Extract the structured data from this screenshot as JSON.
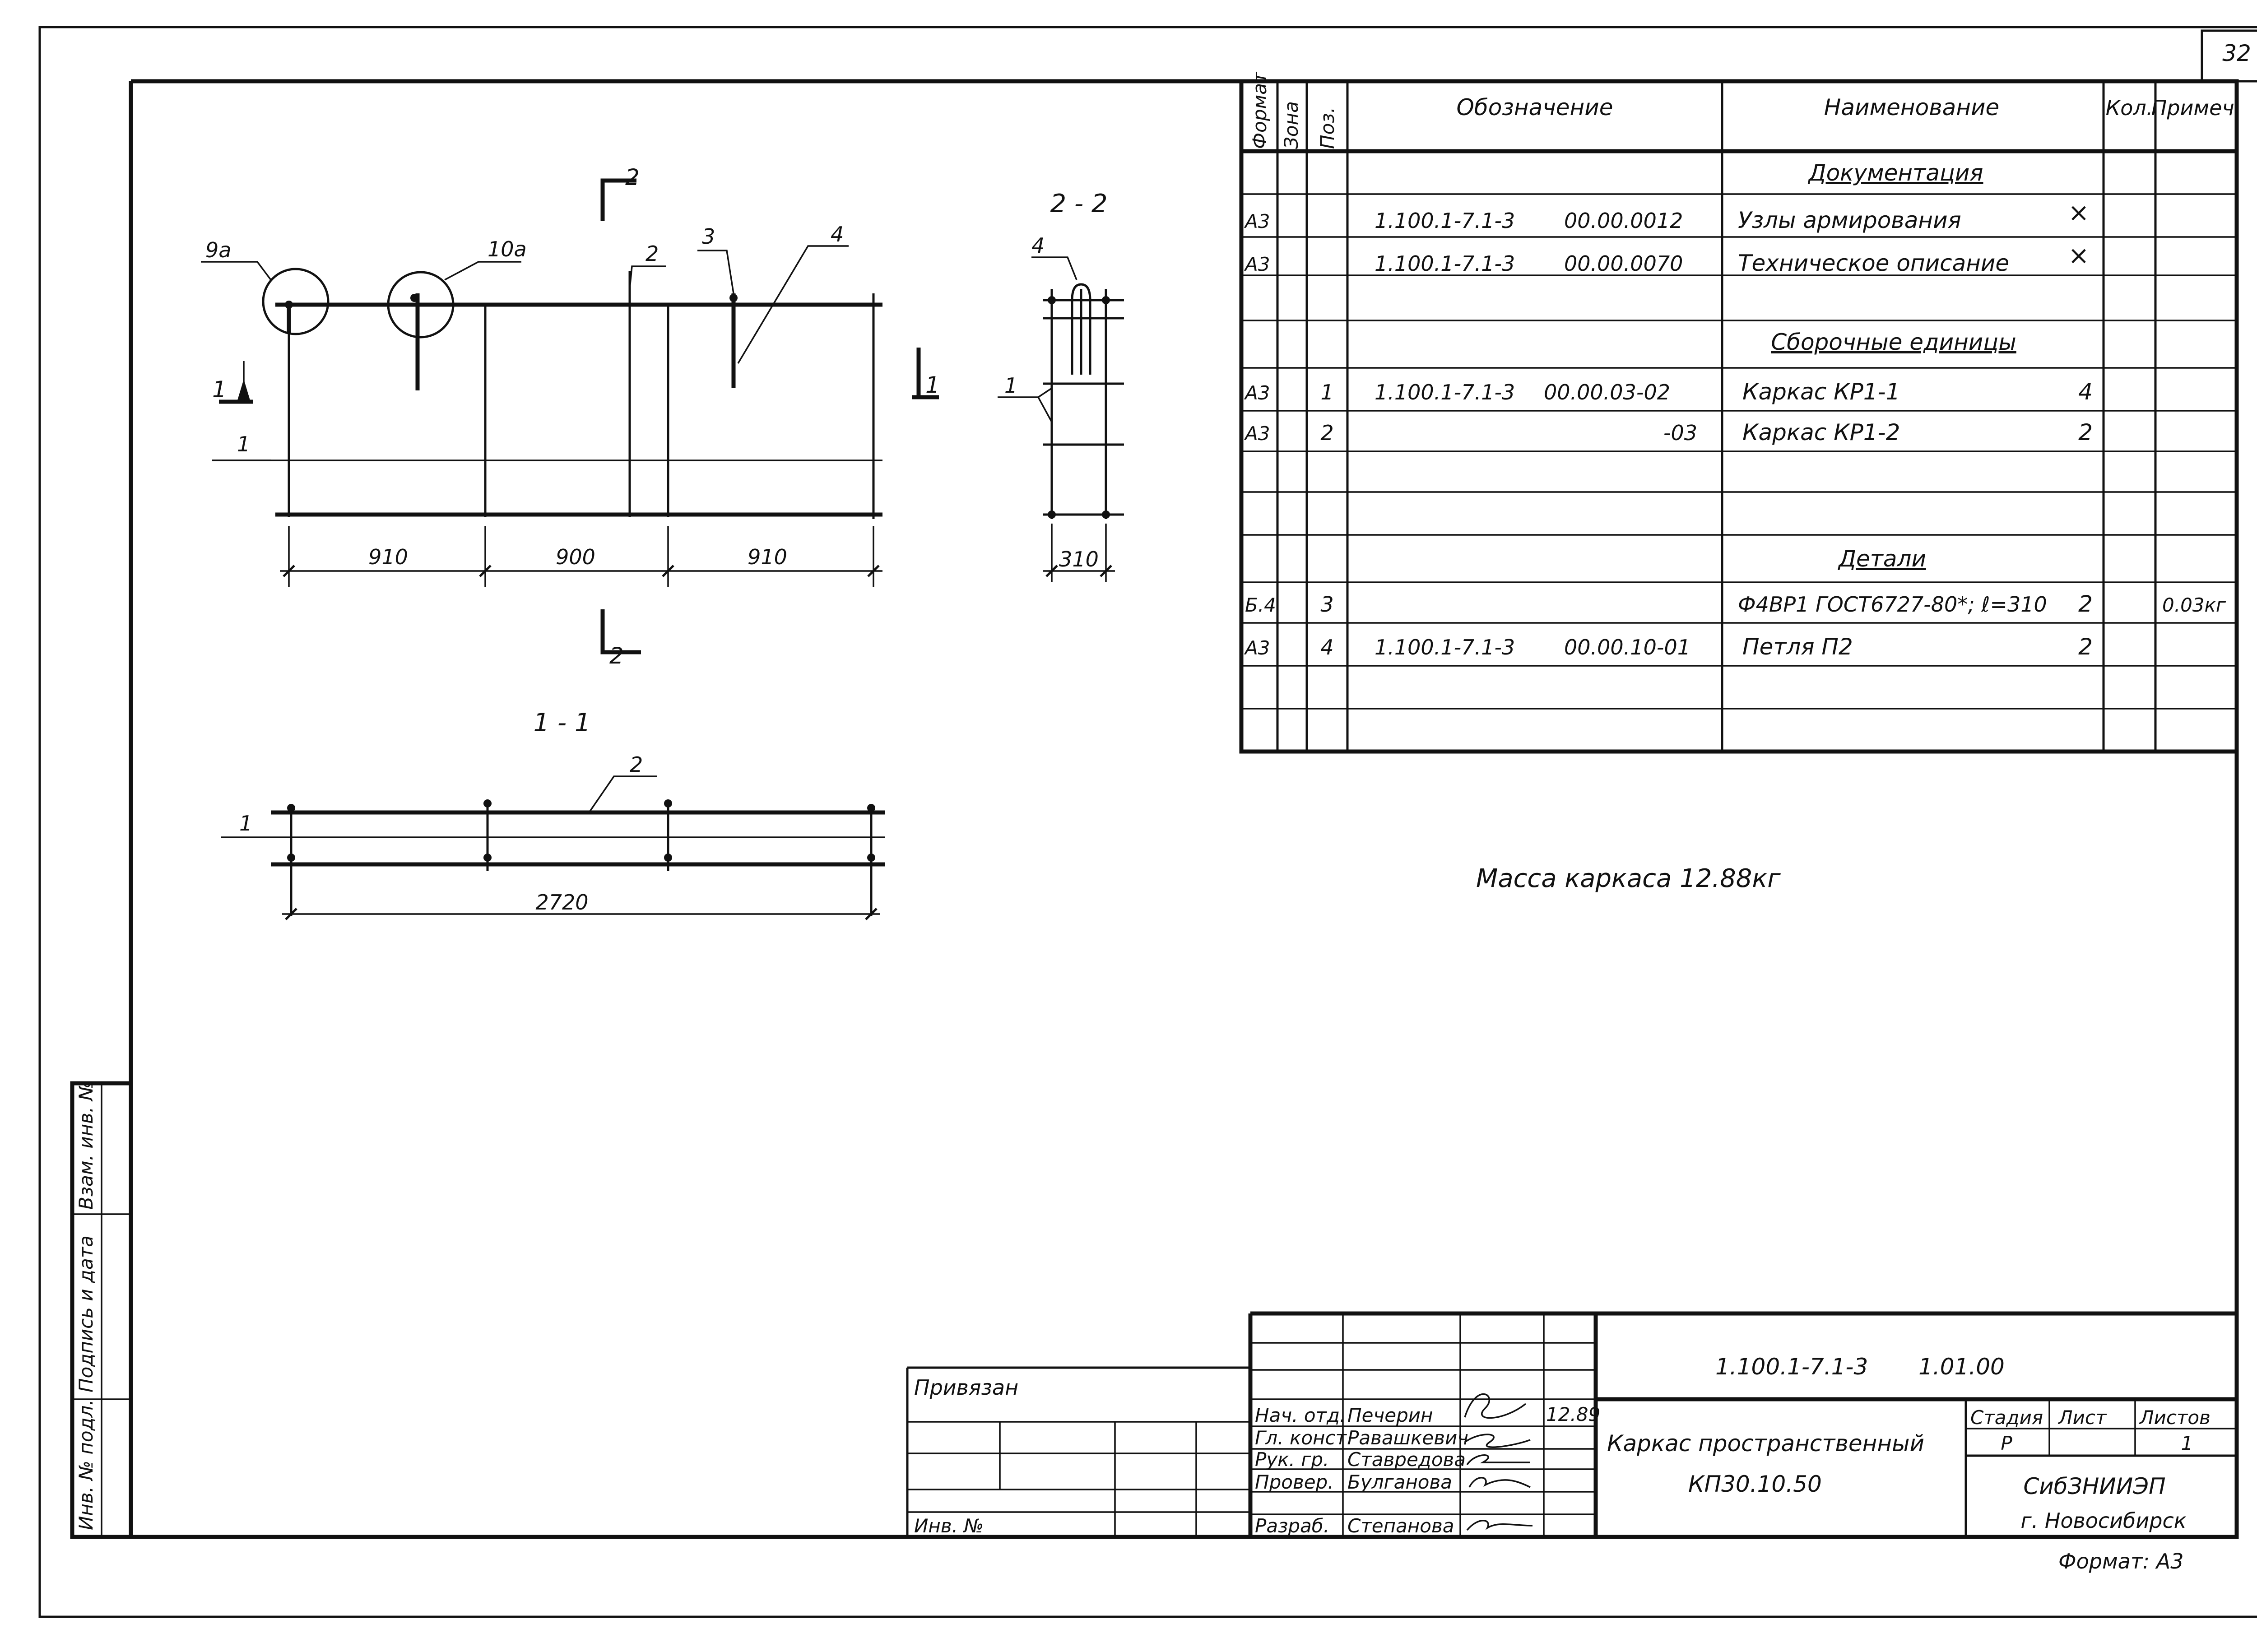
{
  "sheet_number": "32",
  "spec_table": {
    "headers": {
      "format": "Формат",
      "zone": "Зона",
      "pos": "Поз.",
      "designation": "Обозначение",
      "name": "Наименование",
      "qty": "Кол.",
      "note": "Примеч."
    },
    "section_documentation": "Документация",
    "section_assemblies": "Сборочные единицы",
    "section_details": "Детали",
    "rows": [
      {
        "format": "А3",
        "pos": "",
        "designation": "1.100.1-7.1-3",
        "code": "00.00.0012",
        "name": "Узлы армирования",
        "qty": "×",
        "note": ""
      },
      {
        "format": "А3",
        "pos": "",
        "designation": "1.100.1-7.1-3",
        "code": "00.00.0070",
        "name": "Техническое описание",
        "qty": "×",
        "note": ""
      },
      {
        "format": "А3",
        "pos": "1",
        "designation": "1.100.1-7.1-3",
        "code": "00.00.03-02",
        "name": "Каркас КР1-1",
        "qty": "4",
        "note": ""
      },
      {
        "format": "А3",
        "pos": "2",
        "designation": "",
        "code": "-03",
        "name": "Каркас КР1-2",
        "qty": "2",
        "note": ""
      },
      {
        "format": "Б.4",
        "pos": "3",
        "designation": "",
        "code": "",
        "name": "Ф4ВР1 ГОСТ6727-80*; ℓ=310",
        "qty": "2",
        "note": "0.03кг"
      },
      {
        "format": "А3",
        "pos": "4",
        "designation": "1.100.1-7.1-3",
        "code": "00.00.10-01",
        "name": "Петля П2",
        "qty": "2",
        "note": ""
      }
    ]
  },
  "mass_note": "Масса каркаса 12.88кг",
  "drawing": {
    "section_2_2_title": "2 - 2",
    "section_1_1_title": "1 - 1",
    "cut_mark_2": "2",
    "cut_mark_1": "1",
    "callouts": [
      "9а",
      "10а",
      "3",
      "4",
      "2",
      "1"
    ],
    "dims_plan": [
      "910",
      "900",
      "910"
    ],
    "dim_2_2": "310",
    "dim_1_1": "2720"
  },
  "left_strip": {
    "inv_orig": "Инв. № подл.",
    "sign_date": "Подпись и дата",
    "replace_inv": "Взам. инв. №"
  },
  "title_block": {
    "privyazan": "Привязан",
    "inv_no": "Инв. №",
    "doc_code": "1.100.1-7.1-3",
    "doc_sheet": "1.01.00",
    "date": "12.89",
    "roles": [
      {
        "role": "Нач. отд.",
        "name": "Печерин"
      },
      {
        "role": "Гл. конст.",
        "name": "Равашкевич"
      },
      {
        "role": "Рук. гр.",
        "name": "Ставредова"
      },
      {
        "role": "Провер.",
        "name": "Булганова"
      },
      {
        "role": "Разраб.",
        "name": "Степанова"
      }
    ],
    "title_line1": "Каркас пространственный",
    "title_line2": "КП30.10.50",
    "stage_label": "Стадия",
    "sheet_label": "Лист",
    "sheets_label": "Листов",
    "stage": "Р",
    "sheets": "1",
    "org": "СибЗНИИЭП",
    "city": "г. Новосибирск",
    "format": "Формат: А3"
  }
}
